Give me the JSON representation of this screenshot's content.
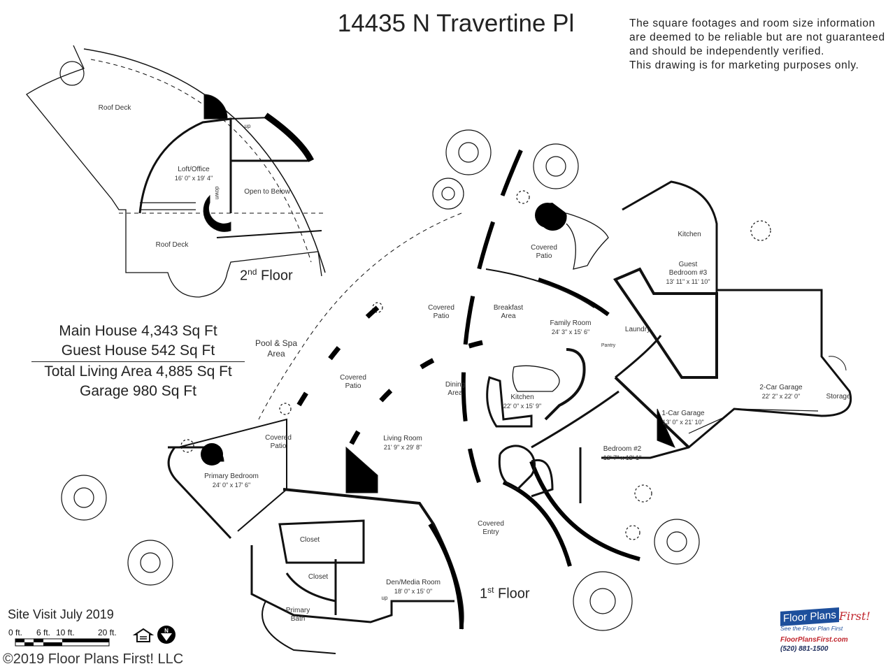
{
  "title": "14435 N Travertine Pl",
  "disclaimer": [
    "The square footages and room size information",
    "are deemed to be reliable but are not guaranteed",
    "and should be independently verified.",
    "This drawing is for marketing purposes only."
  ],
  "summary": {
    "main_house": "Main House 4,343 Sq Ft",
    "guest_house": "Guest House 542 Sq Ft",
    "total": "Total Living Area 4,885 Sq Ft",
    "garage": "Garage 980 Sq Ft"
  },
  "second_floor": {
    "label": "2",
    "label_sup": "nd",
    "label_rest": " Floor",
    "rooms": {
      "roof_deck_top": "Roof Deck",
      "loft": "Loft/Office",
      "loft_size": "16' 0\" x 19' 4\"",
      "open_below": "Open to Below",
      "roof_deck_bottom": "Roof Deck",
      "up": "up",
      "down": "down"
    }
  },
  "first_floor": {
    "label": "1",
    "label_sup": "st",
    "label_rest": " Floor",
    "rooms": {
      "pool_spa": [
        "Pool & Spa",
        "Area"
      ],
      "covered_patio_1": [
        "Covered",
        "Patio"
      ],
      "breakfast": [
        "Breakfast",
        "Area"
      ],
      "covered_patio_2": [
        "Covered",
        "Patio"
      ],
      "guest_kitchen": "Kitchen",
      "guest_bedroom": [
        "Guest",
        "Bedroom #3",
        "13' 11\" x 11' 10\""
      ],
      "family_room": [
        "Family Room",
        "24' 3\" x 15' 6\""
      ],
      "laundry": "Laundry",
      "pantry": "Pantry",
      "covered_patio_3": [
        "Covered",
        "Patio"
      ],
      "dining": [
        "Dining",
        "Area"
      ],
      "kitchen": [
        "Kitchen",
        "22' 0\" x 15' 9\""
      ],
      "garage2": [
        "2-Car Garage",
        "22' 2\" x 22' 0\""
      ],
      "storage": "Storage",
      "garage1": [
        "1-Car Garage",
        "13' 0\" x 21' 10\""
      ],
      "bedroom2": [
        "Bedroom #2",
        "13' 7\" x 13' 1\""
      ],
      "covered_patio_4": [
        "Covered",
        "Patio"
      ],
      "living": [
        "Living Room",
        "21' 9\" x 29' 8\""
      ],
      "primary_bedroom": [
        "Primary Bedroom",
        "24' 0\" x 17' 6\""
      ],
      "covered_entry": [
        "Covered",
        "Entry"
      ],
      "closet1": "Closet",
      "closet2": "Closet",
      "den": [
        "Den/Media Room",
        "18' 0\" x 15' 0\""
      ],
      "primary_bath": [
        "Primary",
        "Bath"
      ],
      "up": "up"
    }
  },
  "site_visit": "Site Visit July 2019",
  "scale": [
    "0 ft.",
    "6 ft.",
    "10 ft.",
    "20 ft."
  ],
  "north": "N",
  "copyright": "©2019 Floor Plans First! LLC",
  "logo": {
    "name": "Floor Plans",
    "name_accent": "First!",
    "tagline": "See the Floor Plan First",
    "url": "FloorPlansFirst.com",
    "phone": "(520) 881-1500",
    "brand_blue": "#1d4f9c",
    "brand_red": "#c0262d"
  }
}
